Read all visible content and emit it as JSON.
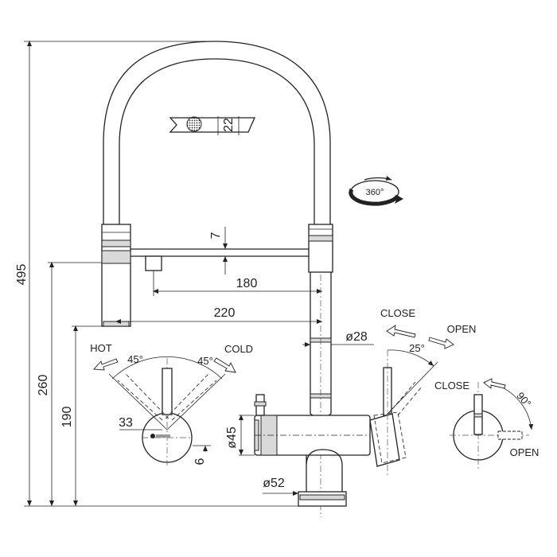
{
  "dimensions": {
    "total_height": "495",
    "height_260": "260",
    "height_190": "190",
    "reach_220": "220",
    "reach_180": "180",
    "spray_7": "7",
    "spray_22": "22",
    "hose_d28": "ø28",
    "body_d45": "ø45",
    "base_d52": "ø52",
    "lever_33": "33",
    "offset_6": "6"
  },
  "rotation": {
    "swivel": "360°"
  },
  "handle_left": {
    "hot": "HOT",
    "cold": "COLD",
    "angle_left": "45°",
    "angle_right": "45°"
  },
  "handle_right": {
    "close": "CLOSE",
    "open": "OPEN",
    "angle": "25°"
  },
  "filter_valve": {
    "close": "CLOSE",
    "open": "OPEN",
    "angle": "90°"
  }
}
